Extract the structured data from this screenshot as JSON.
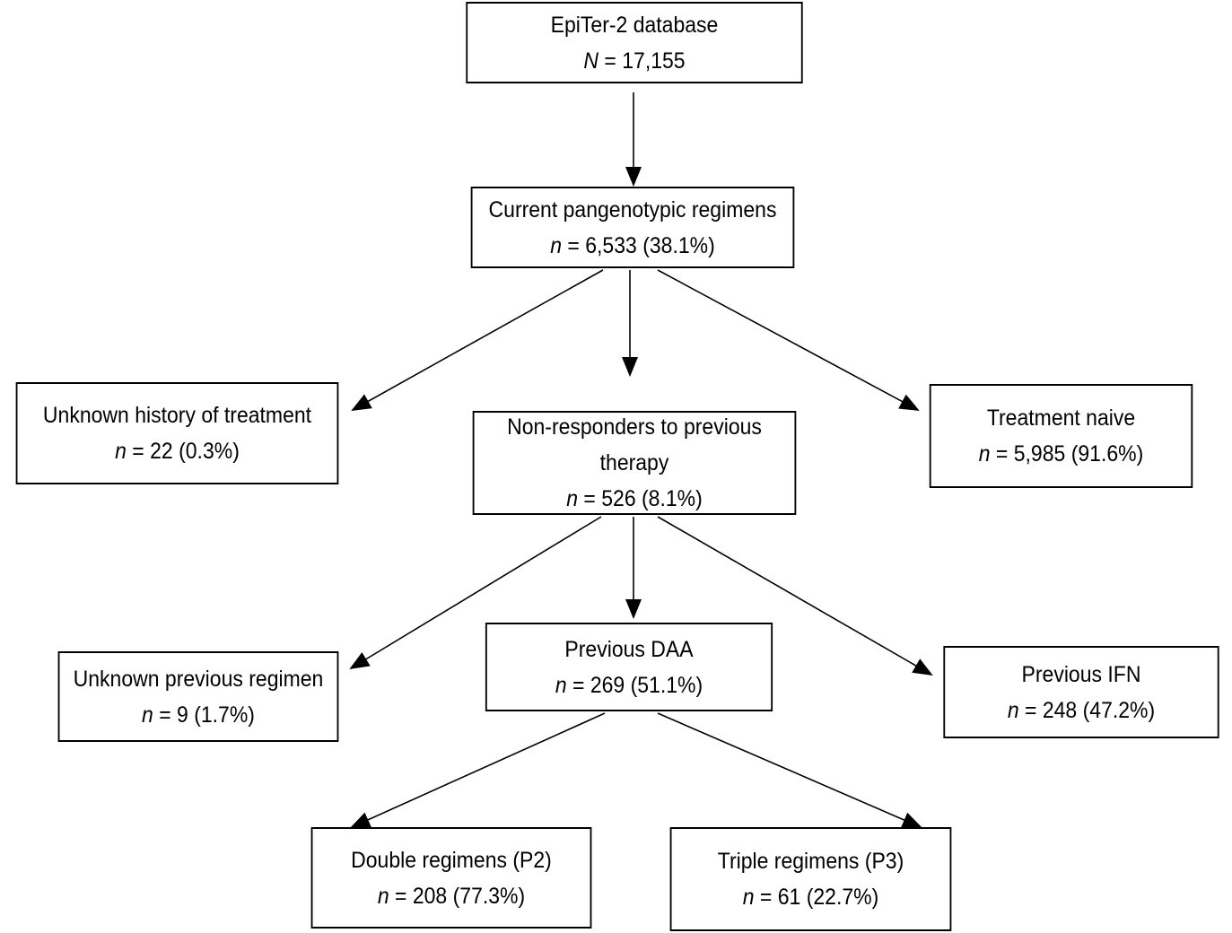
{
  "diagram": {
    "nodes": {
      "database": {
        "label": "EpiTer-2 database",
        "count_symbol": "N",
        "count_value": " = 17,155"
      },
      "current_pangenotypic": {
        "label": "Current pangenotypic regimens",
        "count_symbol": "n",
        "count_value": " = 6,533 (38.1%)"
      },
      "unknown_history": {
        "label": "Unknown history of treatment",
        "count_symbol": "n",
        "count_value": " = 22 (0.3%)"
      },
      "non_responders": {
        "label": "Non-responders to previous therapy",
        "count_symbol": "n",
        "count_value": " = 526 (8.1%)"
      },
      "treatment_naive": {
        "label": "Treatment naive",
        "count_symbol": "n",
        "count_value": " = 5,985 (91.6%)"
      },
      "unknown_previous_regimen": {
        "label": "Unknown previous regimen",
        "count_symbol": "n",
        "count_value": " = 9 (1.7%)"
      },
      "previous_daa": {
        "label": "Previous DAA",
        "count_symbol": "n",
        "count_value": " = 269 (51.1%)"
      },
      "previous_ifn": {
        "label": "Previous IFN",
        "count_symbol": "n",
        "count_value": " = 248 (47.2%)"
      },
      "double_regimens": {
        "label": "Double regimens (P2)",
        "count_symbol": "n",
        "count_value": " = 208 (77.3%)"
      },
      "triple_regimens": {
        "label": "Triple regimens (P3)",
        "count_symbol": "n",
        "count_value": " = 61 (22.7%)"
      }
    },
    "edges": [
      {
        "from": "database",
        "to": "current_pangenotypic"
      },
      {
        "from": "current_pangenotypic",
        "to": "unknown_history"
      },
      {
        "from": "current_pangenotypic",
        "to": "non_responders"
      },
      {
        "from": "current_pangenotypic",
        "to": "treatment_naive"
      },
      {
        "from": "non_responders",
        "to": "unknown_previous_regimen"
      },
      {
        "from": "non_responders",
        "to": "previous_daa"
      },
      {
        "from": "non_responders",
        "to": "previous_ifn"
      },
      {
        "from": "previous_daa",
        "to": "double_regimens"
      },
      {
        "from": "previous_daa",
        "to": "triple_regimens"
      }
    ]
  }
}
